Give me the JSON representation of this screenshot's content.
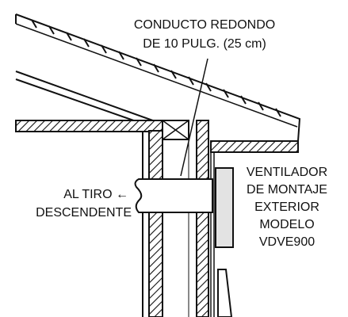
{
  "labels": {
    "duct_line1": "CONDUCTO REDONDO",
    "duct_line2": "DE 10 PULG. (25 cm)",
    "downdraft_line1": "AL TIRO ←",
    "downdraft_line2": "DESCENDENTE",
    "fan_line1": "VENTILADOR",
    "fan_line2": "DE MONTAJE",
    "fan_line3": "EXTERIOR",
    "fan_line4": "MODELO",
    "fan_line5": "VDVE900"
  }
}
